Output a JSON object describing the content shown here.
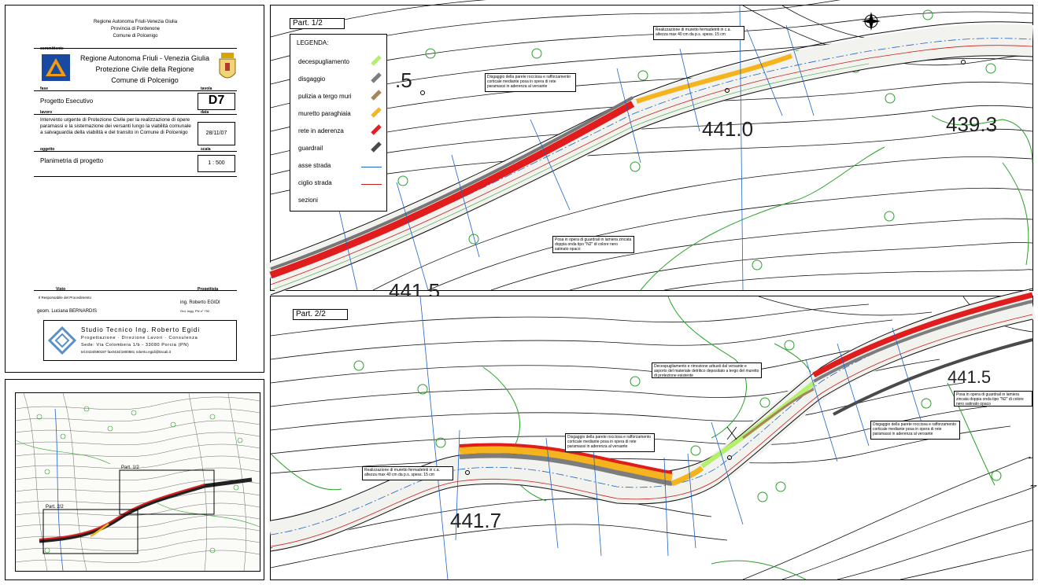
{
  "title_block": {
    "header_lines": [
      "Regione Autonoma Friuli-Venezia Giulia",
      "Provincia di Pordenone",
      "Comune di Polcenigo"
    ],
    "committente_label": "committente",
    "committente_lines": [
      "Regione Autonoma Friuli - Venezia Giulia",
      "Protezione Civile della Regione",
      "Comune di Polcenigo"
    ],
    "fase_label": "fase",
    "fase_value": "Progetto Esecutivo",
    "tavola_label": "tavola",
    "tavola_value": "D7",
    "lavoro_label": "lavoro",
    "lavoro_value": "Intervento urgente di Protezione Civile per la realizzazione di opere paramassi e la sistemazione dei versanti lungo la viabilità comunale a salvaguardia della viabilità e del transito in Comune di Polcenigo",
    "data_label": "data",
    "data_value": "28/11/07",
    "oggetto_label": "oggetto",
    "oggetto_value": "Planimetria di progetto",
    "scala_label": "scala",
    "scala_value": "1 : 500",
    "visto_label": "Visto",
    "visto_role": "Il Responsabile del Procedimento",
    "visto_name": "geom. Luciana BERNARDIS",
    "progettista_label": "Progettista",
    "progettista_name": "ing. Roberto EGIDI",
    "progettista_reg": "Ord. Ingg. PN n° 792",
    "studio_name": "Studio Tecnico Ing. Roberto Egidi",
    "studio_line1": "Progettazione · Direzione Lavori · Consulenza",
    "studio_line2": "Sede: Via Colombera 1/b - 33080 Porcia (PN)",
    "studio_line3": "tel.0434/590197 fax0434/1800881 roberto.egidi@tiscali.it"
  },
  "legend": {
    "title": "LEGENDA:",
    "items": [
      {
        "label": "decespugliamento",
        "color": "#b5f06c"
      },
      {
        "label": "disgaggio",
        "color": "#7d7d7d"
      },
      {
        "label": "pulizia a tergo muri",
        "color": "#a5845e"
      },
      {
        "label": "muretto paraghiaia",
        "color": "#f5b41e"
      },
      {
        "label": "rete in aderenza",
        "color": "#ee1c1c"
      },
      {
        "label": "guardrail",
        "color": "#4a4a4a"
      },
      {
        "label": "asse strada",
        "color": "#1e64c8"
      },
      {
        "label": "ciglio strada",
        "color": "#c81e1e"
      },
      {
        "label": "sezioni",
        "color": "#000000"
      }
    ]
  },
  "part1": {
    "label": "Part. 1/2",
    "elevations": [
      "441.0",
      "439.3",
      "441.5",
      ".5"
    ],
    "note_muretto": "Realizzazione di muretto fermadetriti in c.a. altezza max 40 cm da p.s. spess. 15 cm",
    "note_disgaggio": "Disgaggio della parete rocciosa e rafforzamento corticale mediante posa in opera di rete paramassi in aderenza al versante",
    "note_guardrail": "Posa in opera di guardrail in lamiera zincata doppia onda tipo \"N2\" di colore nero satinato opaco"
  },
  "part2": {
    "label": "Part. 2/2",
    "elevations": [
      "441.5",
      "441.7"
    ],
    "note_decesp": "Decespugliamento e rimozione arbusti dal versante e asporto del materiale detritico depositato a tergo del muretto di protezione esistente",
    "note_guardrail": "Posa in opera di guardrail in lamiera zincata doppia onda tipo \"N2\" di colore nero satinato opaco",
    "note_disgaggio_a": "Disgaggio della parete rocciosa e rafforzamento corticale mediante posa in opera di rete paramassi in aderenza al versante",
    "note_disgaggio_b": "Disgaggio della parete rocciosa e rafforzamento corticale mediante posa in opera di rete paramassi in aderenza al versante",
    "note_muretto": "Realizzazione di muretto fermadetriti in c.a. altezza max 40 cm da p.s. spess. 15 cm"
  },
  "keymap": {
    "label_part1": "Part. 1/2",
    "label_part2": "Part. 2/2"
  }
}
